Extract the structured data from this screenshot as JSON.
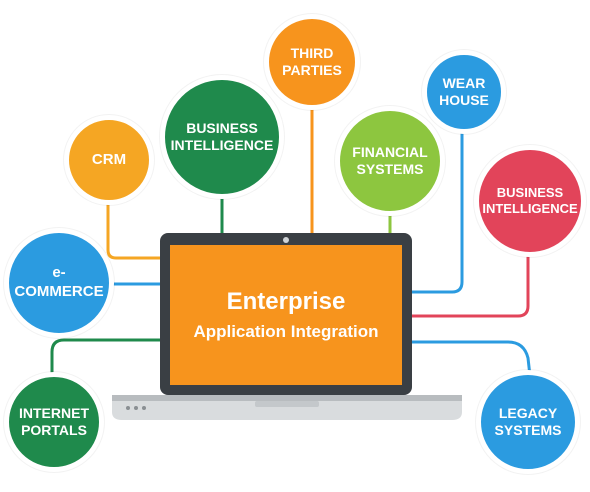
{
  "center": {
    "title": "Enterprise",
    "subtitle": "Application Integration"
  },
  "nodes": {
    "crm": "CRM",
    "bi_left": "BUSINESS\nINTELLIGENCE",
    "third_parties": "THIRD\nPARTIES",
    "financial": "FINANCIAL\nSYSTEMS",
    "wear_house": "WEAR\nHOUSE",
    "bi_right": "BUSINESS\nINTELLIGENCE",
    "ecommerce": "e-\nCOMMERCE",
    "internet_portals": "INTERNET\nPORTALS",
    "legacy": "LEGACY\nSYSTEMS"
  },
  "colors": {
    "orange": "#f7941d",
    "yellow": "#f5a623",
    "green": "#1f8a4c",
    "olive": "#8dc63f",
    "blue": "#2b9be0",
    "red": "#e2445a",
    "laptop": "#3a3f44"
  }
}
